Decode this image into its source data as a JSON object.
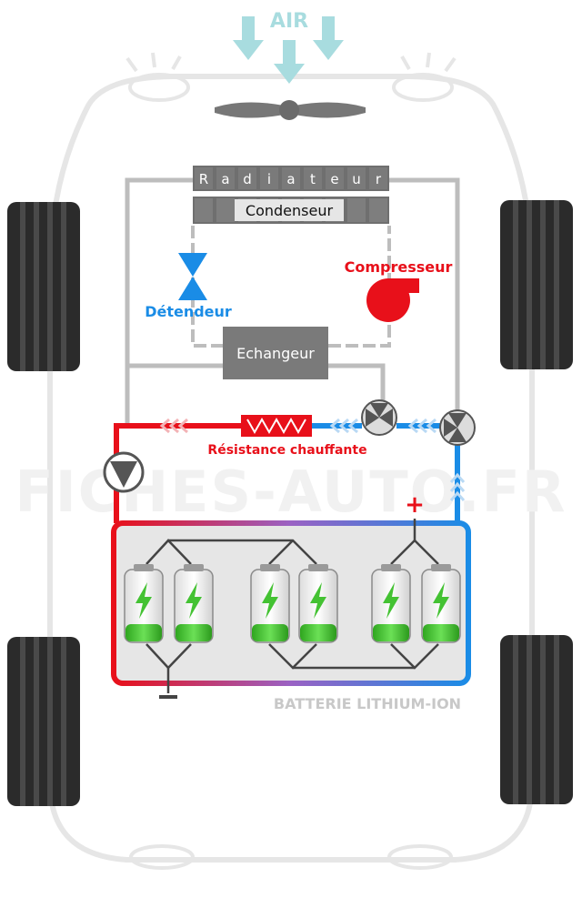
{
  "air_label": "AIR",
  "radiator": {
    "letters": [
      "R",
      "a",
      "d",
      "i",
      "a",
      "t",
      "e",
      "u",
      "r"
    ]
  },
  "condenser_label": "Condenseur",
  "compressor_label": "Compresseur",
  "expansion_valve_label": "Détendeur",
  "exchanger_label": "Echangeur",
  "heater_label": "Résistance chauffante",
  "battery": {
    "label": "BATTERIE LITHIUM-ION",
    "plus_symbol": "+",
    "cell_count": 6
  },
  "watermark": "FICHES-AUTO.FR",
  "colors": {
    "hot": "#e8101a",
    "cold": "#1a8ce6",
    "refrigerant": "#bdbdbd",
    "cell_charge": "#44c233",
    "battery_bg": "#e6e6e6",
    "air": "#a8dcdf",
    "tire": "#2b2b2b"
  }
}
